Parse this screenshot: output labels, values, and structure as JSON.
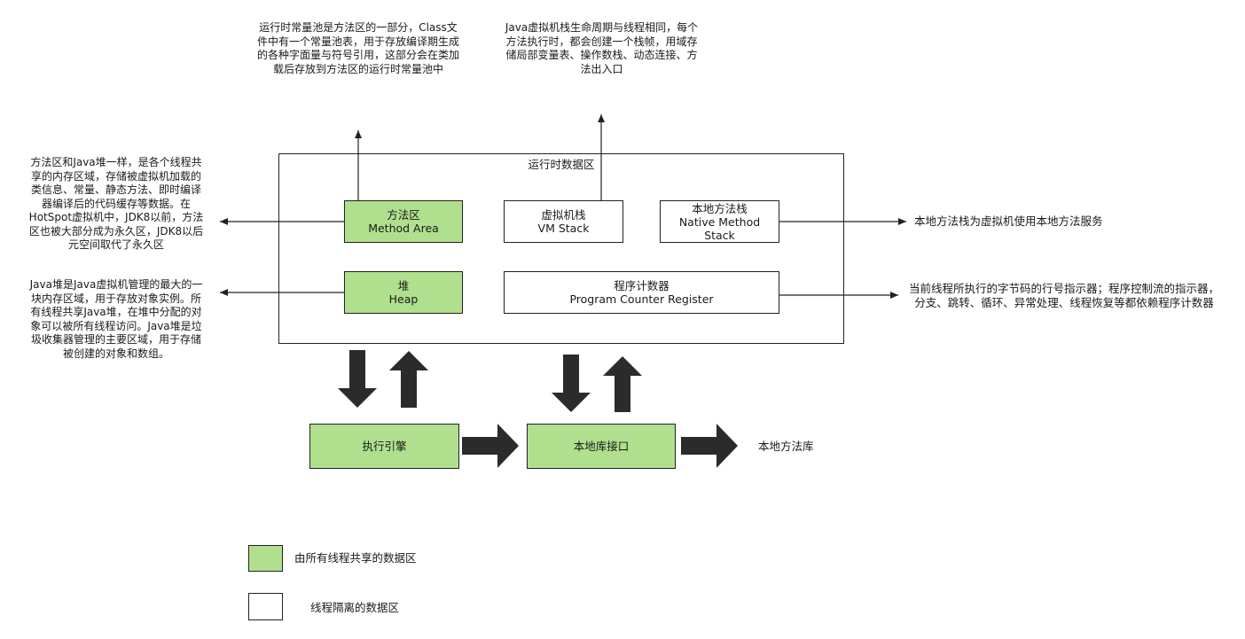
{
  "runtime_area": {
    "title": "运行时数据区"
  },
  "notes": {
    "constant_pool": "运行时常量池是方法区的一部分，Class文\n件中有一个常量池表，用于存放编译期生成\n的各种字面量与符号引用，这部分会在类加\n载后存放到方法区的运行时常量池中",
    "vm_stack": "Java虚拟机栈生命周期与线程相同，每个\n方法执行时，都会创建一个栈帧，用域存\n储局部变量表、操作数栈、动态连接、方\n法出入口",
    "method_area": "方法区和Java堆一样，是各个线程共\n享的内存区域，存储被虚拟机加载的\n类信息、常量、静态方法、即时编译\n器编译后的代码缓存等数据。在\nHotSpot虚拟机中，JDK8以前，方法\n区也被大部分成为永久区，JDK8以后\n元空间取代了永久区",
    "heap": "Java堆是Java虚拟机管理的最大的一\n块内存区域，用于存放对象实例。所\n有线程共享Java堆，在堆中分配的对\n象可以被所有线程访问。Java堆是垃\n圾收集器管理的主要区域，用于存储\n被创建的对象和数组。",
    "native_stack": "本地方法栈为虚拟机使用本地方法服务",
    "pc_register": "当前线程所执行的字节码的行号指示器；程序控制流的指示器，\n分支、跳转、循环、异常处理、线程恢复等都依赖程序计数器",
    "native_lib": "本地方法库"
  },
  "boxes": {
    "method_area": {
      "zh": "方法区",
      "en": "Method Area"
    },
    "vm_stack": {
      "zh": "虚拟机栈",
      "en": "VM Stack"
    },
    "native_method_stack": {
      "zh": "本地方法栈",
      "en": "Native Method",
      "en2": "Stack"
    },
    "heap": {
      "zh": "堆",
      "en": "Heap"
    },
    "pc_register": {
      "zh": "程序计数器",
      "en": "Program Counter Register"
    },
    "exec_engine": {
      "zh": "执行引擎"
    },
    "native_interface": {
      "zh": "本地库接口"
    }
  },
  "legend": {
    "shared": "由所有线程共享的数据区",
    "isolated": "线程隔离的数据区"
  },
  "colors": {
    "shared_fill": "#b0e08e",
    "line": "#222222",
    "arrow": "#2b2b2b"
  }
}
